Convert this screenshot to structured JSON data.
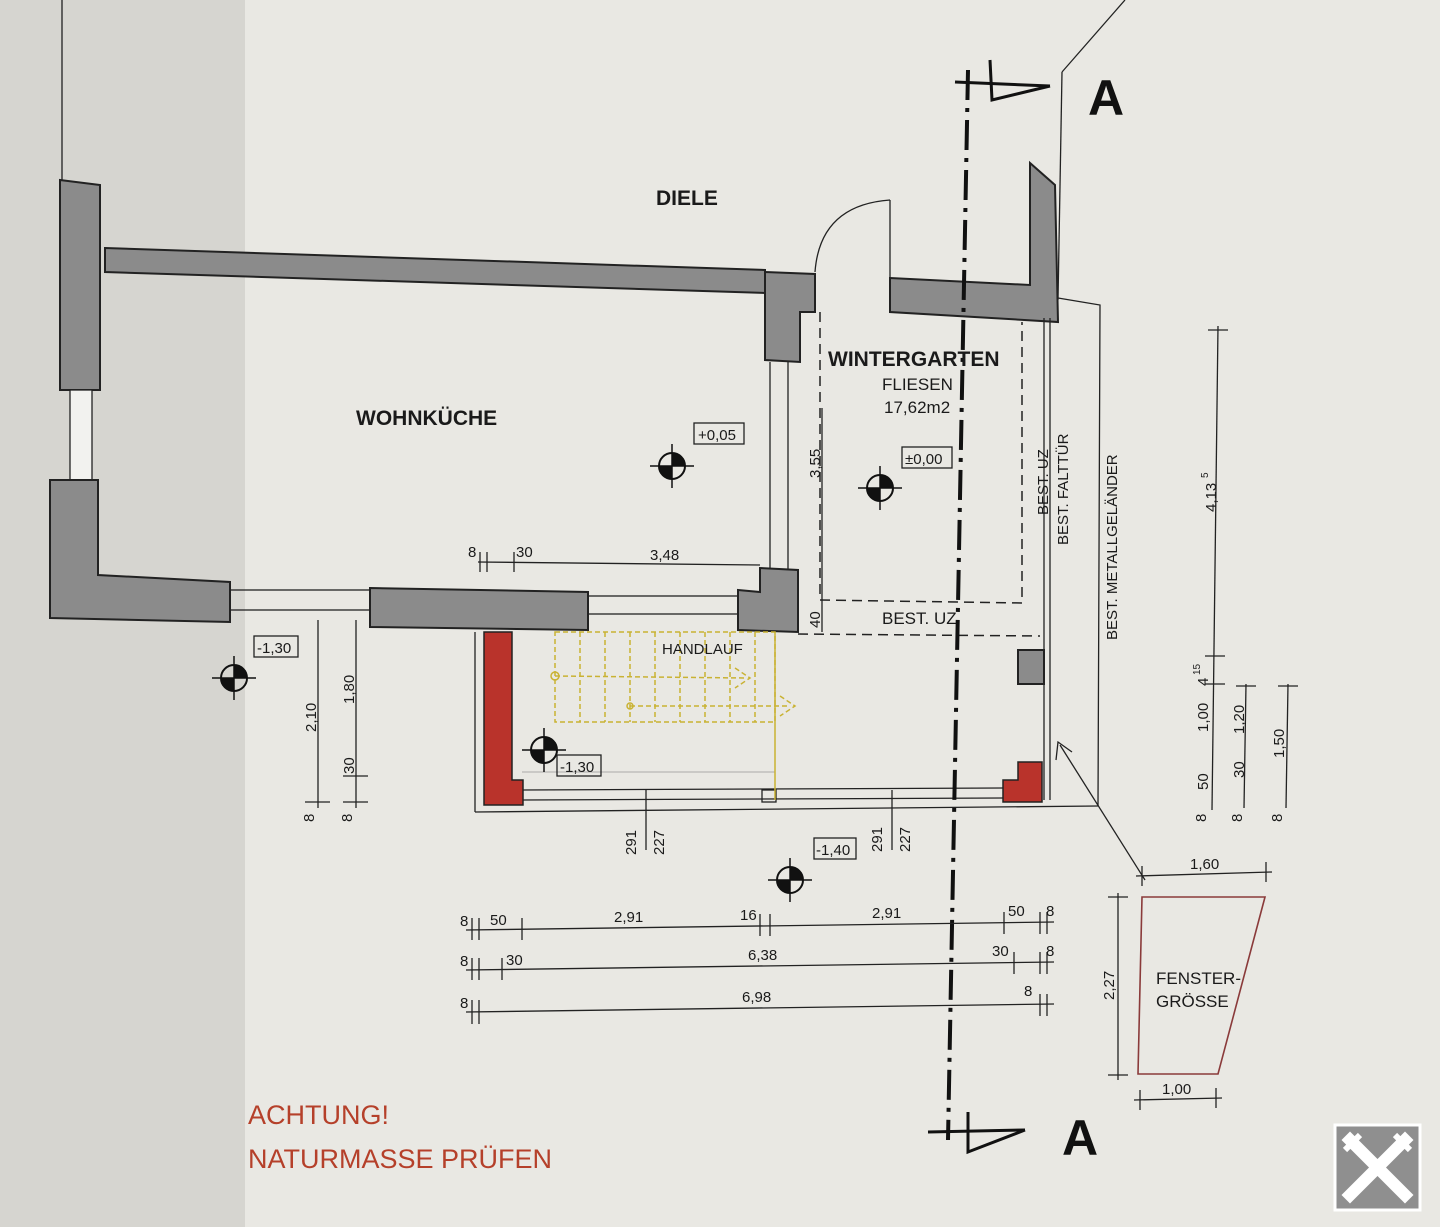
{
  "rooms": {
    "diele": "DIELE",
    "wohnkueche": "WOHNKÜCHE",
    "wintergarten": "WINTERGARTEN",
    "fliesen": "FLIESEN",
    "area": "17,62m2"
  },
  "levels": {
    "wohnkueche": "+0,05",
    "wintergarten": "±0,00",
    "outside_left": "-1,30",
    "stair": "-1,30",
    "bottom": "-1,40"
  },
  "labels": {
    "best_uz_horizontal": "BEST. UZ",
    "best_uz_vertical": "BEST. UZ",
    "best_falttuer": "BEST. FALTTÜR",
    "best_metallgelaender": "BEST. METALLGELÄNDER",
    "handlauf": "HANDLAUF",
    "fenster_line1": "FENSTER-",
    "fenster_line2": "GRÖSSE",
    "section_top": "A",
    "section_bottom": "A"
  },
  "note": {
    "line1": "ACHTUNG!",
    "line2": "NATURMASSE PRÜFEN"
  },
  "dimensions": {
    "top_row": [
      "8",
      "30",
      "3,48"
    ],
    "dim_355": "3,55",
    "dim_40": "40",
    "left_stack": [
      "2,10",
      "1,80",
      "30",
      "8",
      "8"
    ],
    "right_tall": "4,13",
    "right_tall_sup": "5",
    "right_small": "4",
    "right_small_sup": "15",
    "right_stack_1": [
      "1,00",
      "50",
      "8"
    ],
    "right_stack_2": [
      "1,20",
      "30",
      "8"
    ],
    "right_stack_3": [
      "1,50",
      "8"
    ],
    "bottom_row_1": [
      "8",
      "50",
      "2,91",
      "16",
      "2,91",
      "50",
      "8"
    ],
    "bottom_row_2": [
      "8",
      "30",
      "6,38",
      "30",
      "8"
    ],
    "bottom_row_3": [
      "8",
      "6,98",
      "8"
    ],
    "vert_291_a": "291",
    "vert_227_a": "227",
    "vert_291_b": "291",
    "vert_227_b": "227",
    "fenster_top": "1,60",
    "fenster_bottom": "1,00",
    "fenster_height": "2,27"
  },
  "colors": {
    "wall": "#8b8b8b",
    "new_wall": "#b9332b",
    "note": "#b5402a",
    "stair": "#c9b233"
  }
}
